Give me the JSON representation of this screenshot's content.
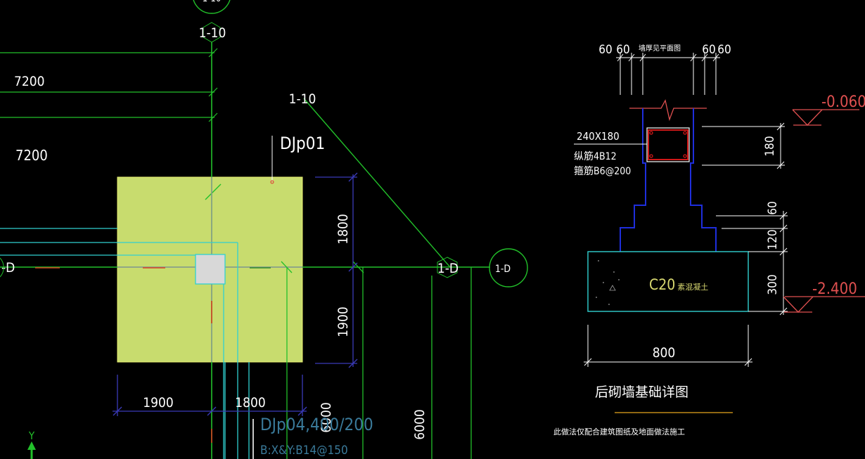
{
  "colors": {
    "background": "#000000",
    "axis_green": "#22c02a",
    "dim_blue": "#3a3ab8",
    "cyan": "#30d0d0",
    "footing_fill": "#c8dc6e",
    "column_fill": "#d8d8d8",
    "wall_blue": "#1e2edc",
    "beam_red": "#d01818",
    "elev_red": "#e05050",
    "white": "#ffffff",
    "yellow_text": "#d8d870",
    "underline_orange": "#c08a18"
  },
  "plan": {
    "axis_1_10_bubble_top": "1-10",
    "axis_1_10_label_top": "1-10",
    "axis_1_10_label_diag": "1-10",
    "dim_7200_upper": "7200",
    "dim_7200_lower": "7200",
    "footing_tag": "DJp01",
    "axis_1_d_left": "-D",
    "axis_1_d_mid": "1-D",
    "axis_1_d_bubble": "1-D",
    "dim_1800_vertical": "1800",
    "dim_1900_vertical": "1900",
    "dim_1900_horizontal": "1900",
    "dim_1800_horizontal": "1800",
    "dim_6000_left": "6000",
    "dim_6000_right": "6000",
    "footing_label_djp04": "DJp04",
    "footing_label_suffix": ",400/200",
    "rebar_note": "B:X&Y:B14@150",
    "y_axis_label": "Y"
  },
  "detail": {
    "top_dims": [
      "60",
      "60",
      "60",
      "60"
    ],
    "top_note": "墙厚见平面图",
    "beam_size": "240X180",
    "beam_rebar_main": "纵筋4B12",
    "beam_rebar_stirrup": "箍筋B6@200",
    "elev_top": "-0.060",
    "elev_bottom": "-2.400",
    "dim_180": "180",
    "dim_60": "60",
    "dim_120": "120",
    "dim_300": "300",
    "concrete_grade": "C20",
    "concrete_note": "素混凝土",
    "width_800": "800",
    "title": "后砌墙基础详图",
    "footnote": "此做法仅配合建筑图纸及地面做法施工"
  }
}
